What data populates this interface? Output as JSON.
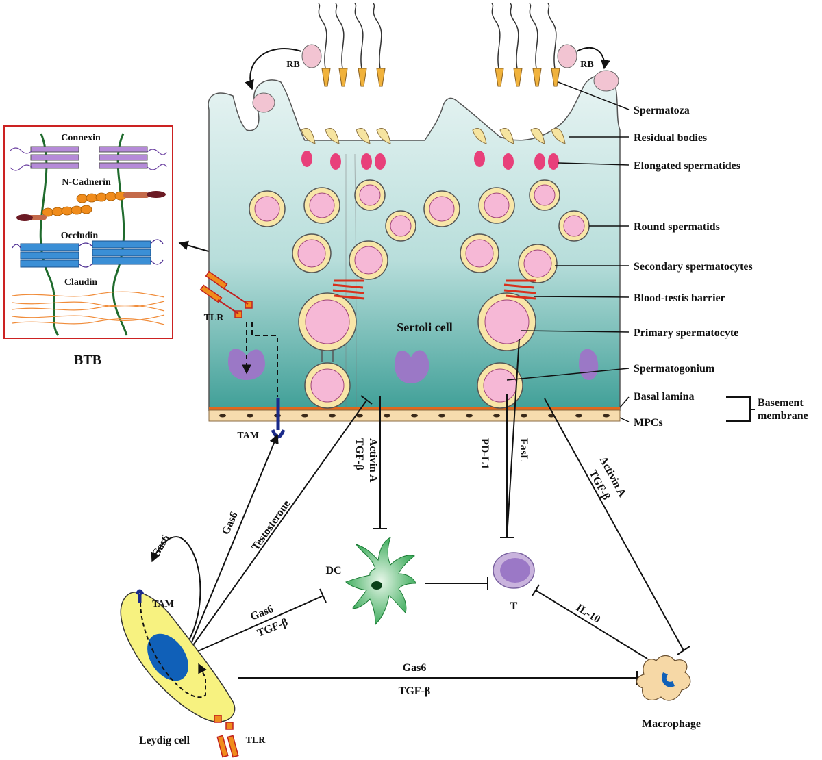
{
  "btb_box": {
    "connexin": "Connexin",
    "n_cadnerin": "N-Cadnerin",
    "occludin": "Occludin",
    "claudin": "Claudin",
    "caption": "BTB"
  },
  "tubule": {
    "rb_left": "RB",
    "rb_right": "RB",
    "tlr": "TLR",
    "tam": "TAM",
    "sertoli": "Sertoli cell"
  },
  "structure_labels": [
    "Spermatoza",
    "Residual bodies",
    "Elongated spermatides",
    "Round spermatids",
    "Secondary spermatocytes",
    "Blood-testis barrier",
    "Primary spermatocyte",
    "Spermatogonium",
    "Basal lamina",
    "MPCs"
  ],
  "basement": {
    "line1": "Basement",
    "line2": "membrane"
  },
  "signals": {
    "activin_left_1": "Activin A",
    "activin_left_2": "TGF-β",
    "pdl1": "PD-L1",
    "fasl": "FasL",
    "activin_right_1": "Activin A",
    "activin_right_2": "TGF-β",
    "gas6_upper": "Gas6",
    "testosterone": "Testosterone",
    "gas6_loop": "Gas6",
    "gas6_dc": "Gas6",
    "tgfb_dc": "TGF-β",
    "gas6_mac": "Gas6",
    "tgfb_mac": "TGF-β",
    "il10": "IL-10"
  },
  "cells": {
    "dc": "DC",
    "t": "T",
    "macrophage": "Macrophage",
    "leydig": "Leydig cell",
    "leydig_tam": "TAM",
    "leydig_tlr": "TLR"
  },
  "colors": {
    "tubule_top": "#e6f3f2",
    "tubule_bottom": "#3e9e96",
    "btb_border": "#cc2222",
    "connexin": "#b58ad8",
    "cadherin": "#f08c1c",
    "occludin": "#3b8fd6",
    "claudin": "#f08c3a",
    "dc": "#2aa84a",
    "macrophage": "#f6d8a6",
    "leydig": "#f7f280",
    "nucleus": "#1060b8",
    "sertoli_nucleus": "#9b78c6"
  }
}
